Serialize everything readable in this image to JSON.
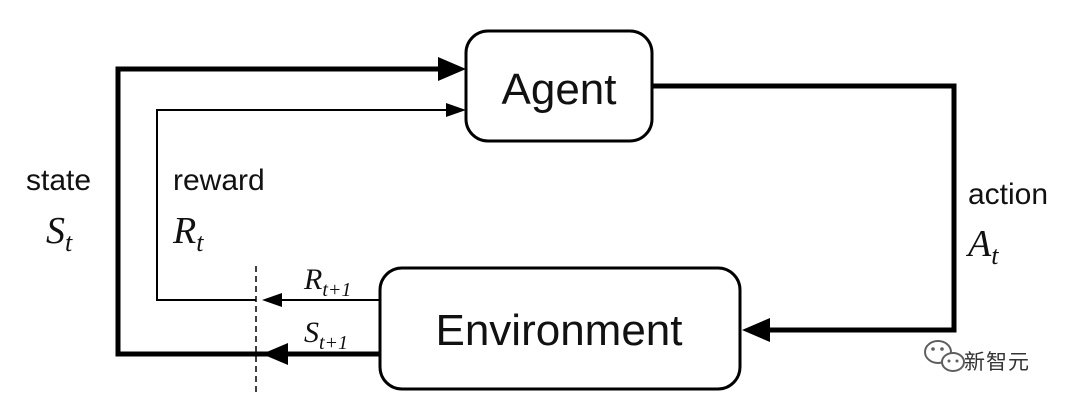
{
  "diagram": {
    "agent_label": "Agent",
    "environment_label": "Environment",
    "state_label": "state",
    "state_symbol": "S",
    "state_sub": "t",
    "reward_label": "reward",
    "reward_symbol": "R",
    "reward_sub": "t",
    "action_label": "action",
    "action_symbol": "A",
    "action_sub": "t",
    "next_reward_symbol": "R",
    "next_reward_sub": "t+1",
    "next_state_symbol": "S",
    "next_state_sub": "t+1"
  },
  "watermark": {
    "text": "新智元",
    "icon": "wechat-icon"
  }
}
